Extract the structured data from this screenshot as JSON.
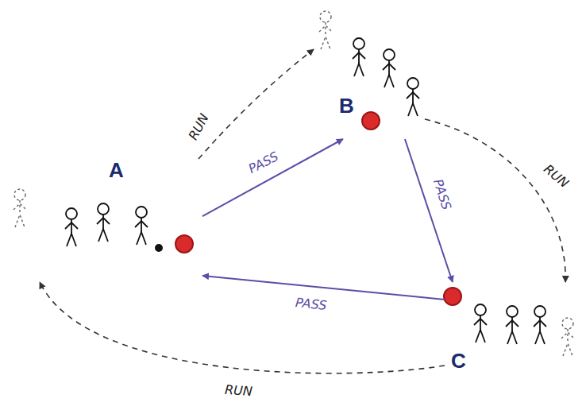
{
  "diagram": {
    "nodes": [
      {
        "text": [
          "A"
        ]
      },
      {
        "text": [
          "B"
        ]
      },
      {
        "text": [
          "C"
        ]
      }
    ],
    "edges": [
      {
        "from": 0,
        "to": 1,
        "label": "PASS",
        "arrow": "to"
      },
      {
        "from": 1,
        "to": 2,
        "label": "PASS",
        "arrow": "to"
      },
      {
        "from": 2,
        "to": 0,
        "label": "PASS",
        "arrow": "to"
      },
      {
        "from": 0,
        "to": 1,
        "label": "RUN",
        "arrow": "to"
      },
      {
        "from": 1,
        "to": 2,
        "label": "RUN",
        "arrow": "to"
      },
      {
        "from": 2,
        "to": 0,
        "label": "RUN",
        "arrow": "to"
      }
    ]
  }
}
